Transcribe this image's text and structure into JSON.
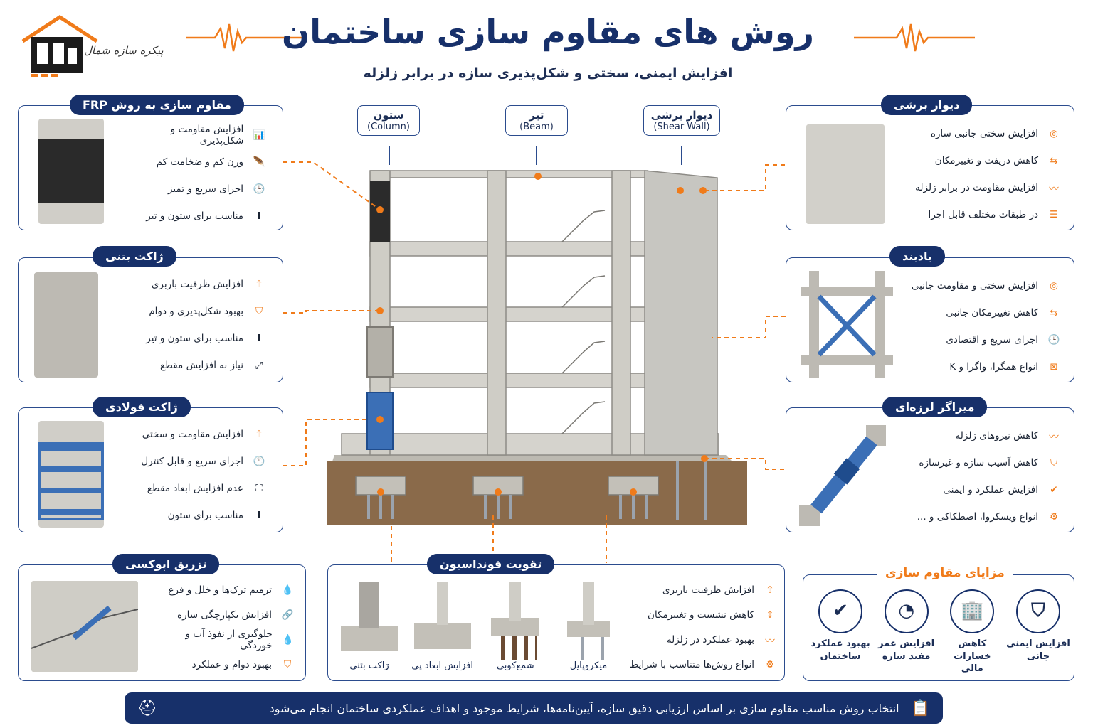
{
  "header": {
    "title": "روش های مقاوم سازی ساختمان",
    "subtitle": "افزایش ایمنی، سختی و شکل‌پذیری سازه در برابر زلزله",
    "logo_text": "پیکره سازه شمال"
  },
  "structure_labels": [
    {
      "fa": "ستون",
      "en": "(Column)"
    },
    {
      "fa": "تیر",
      "en": "(Beam)"
    },
    {
      "fa": "دیوار برشی",
      "en": "(Shear Wall)"
    }
  ],
  "left_panels": [
    {
      "title": "مقاوم سازی به روش FRP",
      "items": [
        "افزایش مقاومت و شکل‌پذیری",
        "وزن کم و ضخامت کم",
        "اجرای سریع و تمیز",
        "مناسب برای ستون و تیر"
      ]
    },
    {
      "title": "ژاکت بتنی",
      "items": [
        "افزایش ظرفیت باربری",
        "بهبود شکل‌پذیری و دوام",
        "مناسب برای ستون و تیر",
        "نیاز به افزایش مقطع"
      ]
    },
    {
      "title": "ژاکت فولادی",
      "items": [
        "افزایش مقاومت و سختی",
        "اجرای سریع و قابل کنترل",
        "عدم افزایش ابعاد مقطع",
        "مناسب برای ستون"
      ]
    }
  ],
  "right_panels": [
    {
      "title": "دیوار برشی",
      "items": [
        "افزایش سختی جانبی سازه",
        "کاهش دریفت و تغییرمکان",
        "افزایش مقاومت در برابر زلزله",
        "در طبقات مختلف قابل اجرا"
      ]
    },
    {
      "title": "بادبند",
      "items": [
        "افزایش سختی و مقاومت جانبی",
        "کاهش تغییرمکان جانبی",
        "اجرای سریع و اقتصادی",
        "انواع همگرا، واگرا و K"
      ]
    },
    {
      "title": "میراگر لرزه‌ای",
      "items": [
        "کاهش نیروهای زلزله",
        "کاهش آسیب سازه و غیرسازه",
        "افزایش عملکرد و ایمنی",
        "انواع ویسکروا، اصطکاکی و ..."
      ]
    }
  ],
  "epoxy": {
    "title": "تزریق اپوکسی",
    "items": [
      "ترمیم ترک‌ها و خلل و فرع",
      "افزایش یکپارچگی سازه",
      "جلوگیری از نفوذ آب و خوردگی",
      "بهبود دوام و عملکرد"
    ]
  },
  "foundation": {
    "title": "تقویت فونداسیون",
    "types": [
      "میکروپایل",
      "شمع‌کوبی",
      "افزایش ابعاد پی",
      "ژاکت بتنی"
    ],
    "items": [
      "افزایش ظرفیت باربری",
      "کاهش نشست و تغییرمکان",
      "بهبود عملکرد در زلزله",
      "انواع روش‌ها متناسب با شرایط"
    ]
  },
  "advantages": {
    "title": "مزایای مقاوم سازی",
    "items": [
      {
        "l1": "بهبود عملکرد",
        "l2": "ساختمان"
      },
      {
        "l1": "افزایش عمر",
        "l2": "مفید سازه"
      },
      {
        "l1": "کاهش خسارات",
        "l2": "مالی"
      },
      {
        "l1": "افزایش ایمنی",
        "l2": "جانی"
      }
    ]
  },
  "footer": {
    "text": "انتخاب روش مناسب مقاوم سازی بر اساس ارزیابی دقیق سازه، آیین‌نامه‌ها، شرایط موجود و اهداف عملکردی ساختمان انجام می‌شود"
  },
  "colors": {
    "navy": "#17306a",
    "orange": "#f07b1a",
    "steel_blue": "#3b6fb6",
    "concrete": "#c9c9c4"
  }
}
